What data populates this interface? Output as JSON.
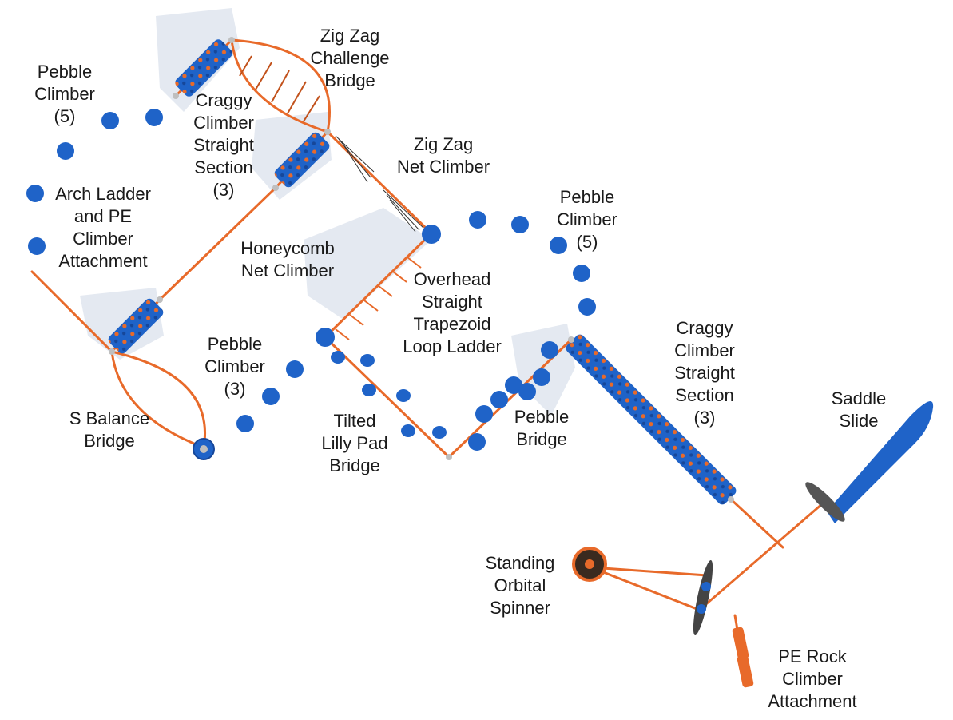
{
  "colors": {
    "frame": "#e86a2a",
    "frame_dark": "#c2521c",
    "panel": "#1f63c8",
    "panel_dark": "#16479a",
    "node": "#bfbfbf",
    "shadow": "#dde3ec",
    "net": "#333333",
    "label": "#1a1a1a"
  },
  "labels": {
    "pebble_climber_top_left": [
      "Pebble",
      "Climber",
      "(5)"
    ],
    "craggy_straight_top": [
      "Craggy",
      "Climber",
      "Straight",
      "Section",
      "(3)"
    ],
    "zig_zag_bridge": [
      "Zig Zag",
      "Challenge",
      "Bridge"
    ],
    "zig_zag_net": [
      "Zig Zag",
      "Net Climber"
    ],
    "arch_ladder": [
      "Arch Ladder",
      "and PE",
      "Climber",
      "Attachment"
    ],
    "honeycomb": [
      "Honeycomb",
      "Net Climber"
    ],
    "pebble_climber_top_right": [
      "Pebble",
      "Climber",
      "(5)"
    ],
    "overhead_ladder": [
      "Overhead",
      "Straight",
      "Trapezoid",
      "Loop Ladder"
    ],
    "pebble_climber_mid": [
      "Pebble",
      "Climber",
      "(3)"
    ],
    "s_balance": [
      "S Balance",
      "Bridge"
    ],
    "tilted_lilly": [
      "Tilted",
      "Lilly Pad",
      "Bridge"
    ],
    "pebble_bridge": [
      "Pebble",
      "Bridge"
    ],
    "craggy_straight_right": [
      "Craggy",
      "Climber",
      "Straight",
      "Section",
      "(3)"
    ],
    "saddle_slide": [
      "Saddle",
      "Slide"
    ],
    "orbital_spinner": [
      "Standing",
      "Orbital",
      "Spinner"
    ],
    "pe_rock": [
      "PE Rock",
      "Climber",
      "Attachment"
    ]
  }
}
